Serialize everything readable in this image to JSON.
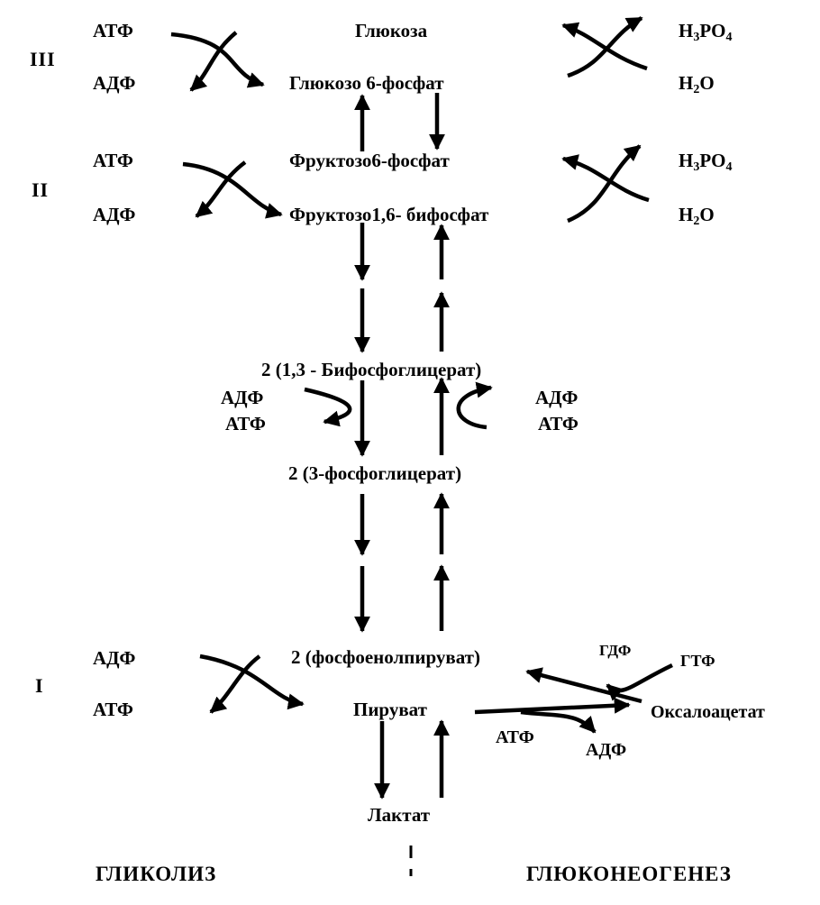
{
  "stages": {
    "III": "III",
    "II": "II",
    "I": "I"
  },
  "stage_III": {
    "left_top": "АТФ",
    "left_bottom": "АДФ",
    "center_top": "Глюкоза",
    "center_bottom": "Глюкозо 6-фосфат",
    "right_top_main": "H",
    "right_top_sub1": "3",
    "right_top_mid": "PO",
    "right_top_sub2": "4",
    "right_bottom_main": "H",
    "right_bottom_sub": "2",
    "right_bottom_end": "O"
  },
  "stage_II": {
    "left_top": "АТФ",
    "left_bottom": "АДФ",
    "center_top": "Фруктозо6-фосфат",
    "center_bottom": "Фруктозо1,6- бифосфат",
    "right_top_main": "H",
    "right_top_sub1": "3",
    "right_top_mid": "PO",
    "right_top_sub2": "4",
    "right_bottom_main": "H",
    "right_bottom_sub": "2",
    "right_bottom_end": "O"
  },
  "middle": {
    "bpg": "2 (1,3 - Бифосфоглицерат)",
    "left_top": "АДФ",
    "left_bottom": "АТФ",
    "right_top": "АДФ",
    "right_bottom": "АТФ",
    "pg3": "2 (3-фосфоглицерат)"
  },
  "stage_I": {
    "left_top": "АДФ",
    "left_bottom": "АТФ",
    "pep": "2 (фосфоенолпируват)",
    "pyruvate": "Пируват",
    "gdp": "ГДФ",
    "gtp": "ГТФ",
    "oxaloacetate": "Оксалоацетат",
    "atp": "АТФ",
    "adp": "АДФ",
    "lactate": "Лактат"
  },
  "footer": {
    "glycolysis": "ГЛИКОЛИЗ",
    "gluconeogenesis": "ГЛЮКОНЕОГЕНЕЗ"
  }
}
